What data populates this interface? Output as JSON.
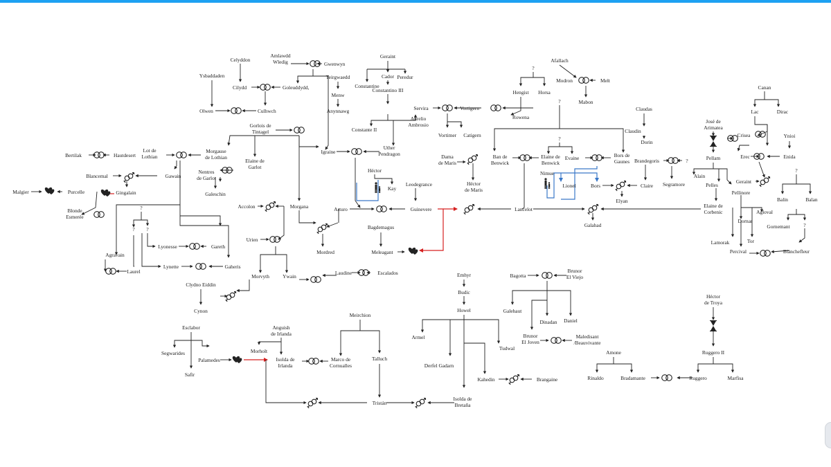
{
  "colors": {
    "accent": "#1da1f2",
    "ink": "#222222",
    "red": "#d62020",
    "blue": "#3a78c8"
  },
  "symbols": {
    "rings": "marriage-rings-icon",
    "hearts": "lovers-hearts-icon",
    "venus_mars": "relationship-venus-mars-icon",
    "hourglass": "hourglass-icon",
    "child": "adult-child-icon"
  },
  "people": {
    "celyddon": "Celyddon",
    "amlawdd": "Amlawdd",
    "wledig": "Wledig",
    "gwenwyn": "Gwenwyn",
    "ysbadden": "Ysbaddaden",
    "cilydd": "Cilydd",
    "goleuddydd": "Goleuddydd,",
    "olwen": "Olwen",
    "culhwch": "Culhwch",
    "geraint": "Geraint",
    "constantine": "Constantine",
    "peredur": "Peredur",
    "teirgwaedd": "Teirgwaedd",
    "cador": "Cador",
    "menw": "Menw",
    "anynnawg": "Anynnawg",
    "constantino3": "Constantino III",
    "constante2": "Constante II",
    "aurelio": "Aurelio",
    "ambrosio": "Ambrosio",
    "gorlois": "Gorlois de",
    "tintagel": "Tintagel",
    "igraine": "Igraine",
    "uther": "Uther",
    "pendragon": "Pendragon",
    "lot": "Lot de",
    "lothian": "Lothian",
    "morgause": "Morgause",
    "de_lothian": "de Lothian",
    "bertilak": "Bertilak",
    "hautdesert": "Hautdesert",
    "blancemal": "Blancemal",
    "gawain": "Gawain",
    "malgier": "Malgier",
    "purcelle": "Purcelle",
    "gingalain": "Gingalain",
    "blonde": "Blonde",
    "esmeree": "Esmerée",
    "nentres": "Nentres",
    "de_garlot": "de Garlot",
    "elaine_de": "Elaine de",
    "garlot": "Garlot",
    "galeschin": "Galeschin",
    "hector": "Héctor",
    "kay": "Kay",
    "leodegrance": "Leodegrance",
    "accolon": "Accolon",
    "morgana": "Morgana",
    "urien": "Urien",
    "arturo": "Arturo",
    "guinevere": "Guinevere",
    "mordred": "Mordred",
    "bagdemagus": "Bagdemagus",
    "meleagant": "Meleagant",
    "q1": "?",
    "q2": "?",
    "q3": "?",
    "lyonesse": "Lyonesse",
    "gareth": "Gareth",
    "agravain": "Agravain",
    "laurel": "Laurel",
    "lynette": "Lynette",
    "gaheris": "Gaheris",
    "morvyth": "Morvyth",
    "ywain": "Ywain",
    "laudine": "Laudine",
    "escalados": "Escalados",
    "clydno": "Clydno Eiddin",
    "cynon": "Cynon",
    "servira": "Servira",
    "vortigern": "Vortigern",
    "vortimer": "Vortimer",
    "catigern": "Catigern",
    "hengist": "Hengist",
    "horsa": "Horsa",
    "rowena": "Rowena",
    "q4": "?",
    "afallach": "Afallach",
    "modron": "Modron",
    "melt": "Melt",
    "mabon": "Mabon",
    "q5": "?",
    "dama": "Dama",
    "de_maris": "de Maris",
    "hector2": "Héctor",
    "de_maris2": "de Maris",
    "ban": "Ban de",
    "benwick": "Benwick",
    "elaine_ben": "Elaine de",
    "benwick2": "Benwick",
    "q6": "?",
    "evaine": "Evaine",
    "bors": "Bors de",
    "gaunes": "Gaunes",
    "nimue": "Nimue",
    "lionel": "Lionel",
    "bors2": "Bors",
    "elyan": "Elyan",
    "lancelot": "Lancelot",
    "galahad": "Galahad",
    "claudas": "Claudas",
    "claudin": "Claudin",
    "dorin": "Dorin",
    "brandegoris": "Brandegoris",
    "q7": "?",
    "claire": "Claire",
    "segramore": "Segramore",
    "jose": "José de",
    "arimatea": "Arimatea",
    "crisea": "Crisea",
    "pellam": "Pellam",
    "canan": "Canan",
    "lac": "Lac",
    "dirac": "Dirac",
    "ynioi": "Ynioi",
    "erec": "Erec",
    "enida": "Enida",
    "geraint2": "Geraint",
    "alain": "Alain",
    "pelles": "Pelles",
    "pellinore": "Pellinore",
    "elaine_cor": "Elaine de",
    "corbenic": "Corbenic",
    "agloval": "Agloval",
    "dornar": "Dornar",
    "lamorak": "Lamorak",
    "tor": "Tor",
    "percival": "Percival",
    "blanchefleur": "Blanchefleur",
    "q8": "?",
    "balin": "Balin",
    "balan": "Balan",
    "gornemant": "Gornemant",
    "q9": "?",
    "emhyr": "Emhyr",
    "budic": "Budic",
    "howel": "Howel",
    "armel": "Armel",
    "tudwal": "Tudwal",
    "derfel": "Derfel Gadarn",
    "kahedin": "Kahedin",
    "brangaine": "Brangaine",
    "bagotta": "Bagotta",
    "brunor": "Brunor",
    "el_viejo": "El Viejo",
    "galehaut": "Galehaut",
    "dinadan": "Dinadan",
    "daniel": "Daniel",
    "brunor2": "Brunor",
    "el_joven": "El Joven",
    "maledisant": "Maledisant",
    "beauvivante": "/Beauvivante",
    "hector3": "Héctor",
    "de_troya": "de Troya",
    "ruggero2": "Ruggero II",
    "amone": "Amone",
    "rinaldo": "Rinaldo",
    "bradamante": "Bradamante",
    "ruggero": "Ruggero",
    "marfisa": "Marfisa",
    "esclabor": "Esclabor",
    "segwarides": "Segwarides",
    "safir": "Safir",
    "palamedes": "Palamedes",
    "anguish": "Anguish",
    "de_irlanda": "de Irlanda",
    "morholt": "Morholt",
    "isolda": "Isolda de",
    "irlanda": "Irlanda",
    "meirchion": "Meirchion",
    "marco": "Marco de",
    "cornualles": "Cornualles",
    "talluch": "Talluch",
    "tristan": "Tristán",
    "isolda_b": "Isolda de",
    "bretana": "Bretaña"
  }
}
